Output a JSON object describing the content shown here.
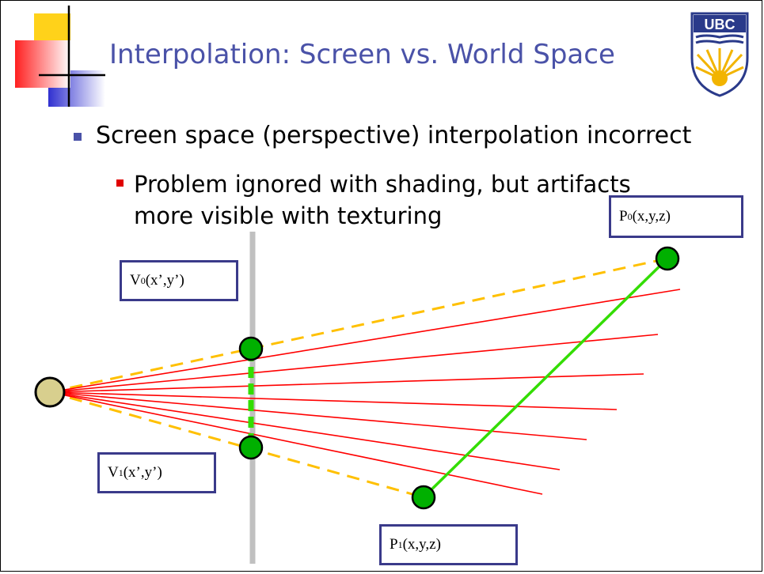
{
  "slide": {
    "title": "Interpolation: Screen vs. World Space",
    "logo_text": "UBC",
    "bullet_level1": "Screen space (perspective) interpolation incorrect",
    "bullet_level2": "Problem ignored with shading, but artifacts more visible with texturing"
  },
  "diagram": {
    "labels": {
      "v0": {
        "name": "V",
        "sub": "0",
        "args": "(x’,y’)"
      },
      "v1": {
        "name": "V",
        "sub": "1",
        "args": "(x’,y’)"
      },
      "p0": {
        "name": "P",
        "sub": "0",
        "args": "(x,y,z)"
      },
      "p1": {
        "name": "P",
        "sub": "1",
        "args": "(x,y,z)"
      }
    },
    "colors": {
      "accent_title": "#4a52a8",
      "ray": "#ff0000",
      "dashed_edge": "#ffc000",
      "green_segment": "#33dd00",
      "node_fill": "#00b000",
      "eye_fill": "#d8cf8e",
      "screen_plane": "#c0c0c0",
      "label_border": "#3a3a8a"
    }
  }
}
